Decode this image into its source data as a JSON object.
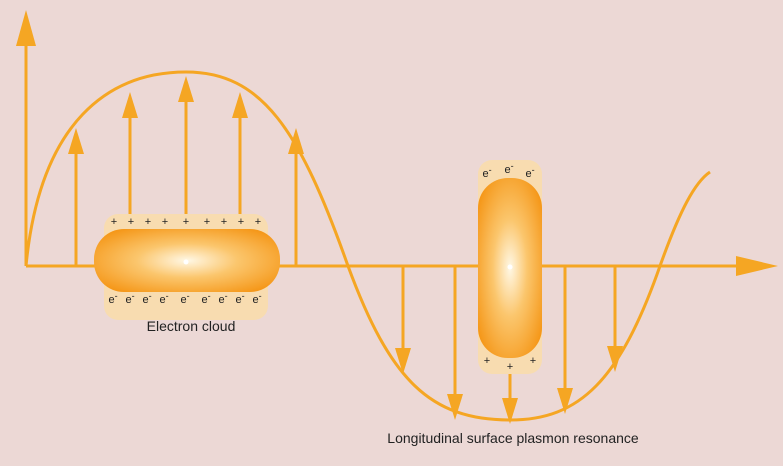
{
  "colors": {
    "background": "#ecd8d5",
    "wave": "#f5a623",
    "particle_core": "#fff6dc",
    "particle_edge": "#f59a1c",
    "cloud_band": "#f8dcb0"
  },
  "labels": {
    "electron_cloud": "Electron cloud",
    "longitudinal": "Longitudinal surface plasmon resonance"
  },
  "charges": {
    "plus": "+",
    "electron": "e",
    "minus": "-"
  }
}
